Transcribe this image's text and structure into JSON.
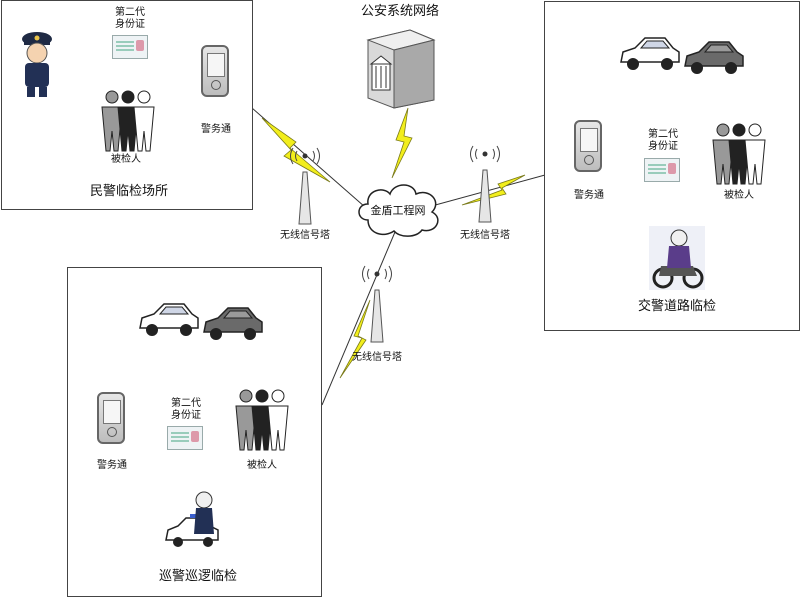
{
  "top_label": "公安系统网络",
  "cloud_label": "金盾工程网",
  "towers": [
    "无线信号塔",
    "无线信号塔",
    "无线信号塔"
  ],
  "panels": {
    "checkpoint": {
      "title": "民警临检场所",
      "id_card": "第二代\n身份证",
      "device": "警务通",
      "person": "被检人"
    },
    "traffic": {
      "title": "交警道路临检",
      "id_card": "第二代\n身份证",
      "device": "警务通",
      "person": "被检人"
    },
    "patrol": {
      "title": "巡警巡逻临检",
      "id_card": "第二代\n身份证",
      "device": "警务通",
      "person": "被检人"
    }
  },
  "colors": {
    "lightning": "#f2ee1c",
    "lightning_stroke": "#7a7a1a",
    "line": "#333333"
  }
}
